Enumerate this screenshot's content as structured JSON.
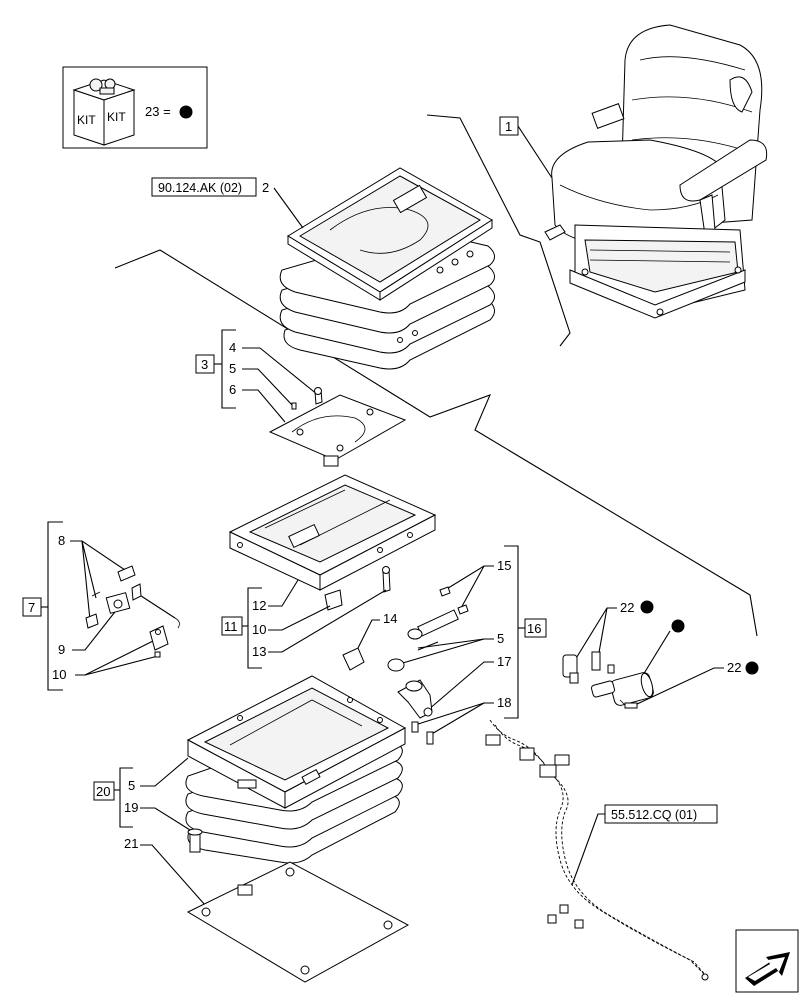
{
  "kit": {
    "kit_text_left": "KIT",
    "kit_text_right": "KIT",
    "legend_text": "23 ="
  },
  "references": {
    "ref_main": "90.124.AK (02)",
    "ref_harness": "55.512.CQ (01)"
  },
  "group_labels": {
    "g1": "1",
    "g3": "3",
    "g7": "7",
    "g11": "11",
    "g16": "16",
    "g20": "20"
  },
  "callouts": {
    "c2": "2",
    "c4": "4",
    "c5a": "5",
    "c6": "6",
    "c8": "8",
    "c9": "9",
    "c10a": "10",
    "c12": "12",
    "c10b": "10",
    "c13": "13",
    "c14": "14",
    "c15": "15",
    "c5b": "5",
    "c17": "17",
    "c18": "18",
    "c22a": "22",
    "c22b": "22",
    "c5c": "5",
    "c19": "19",
    "c21": "21"
  }
}
